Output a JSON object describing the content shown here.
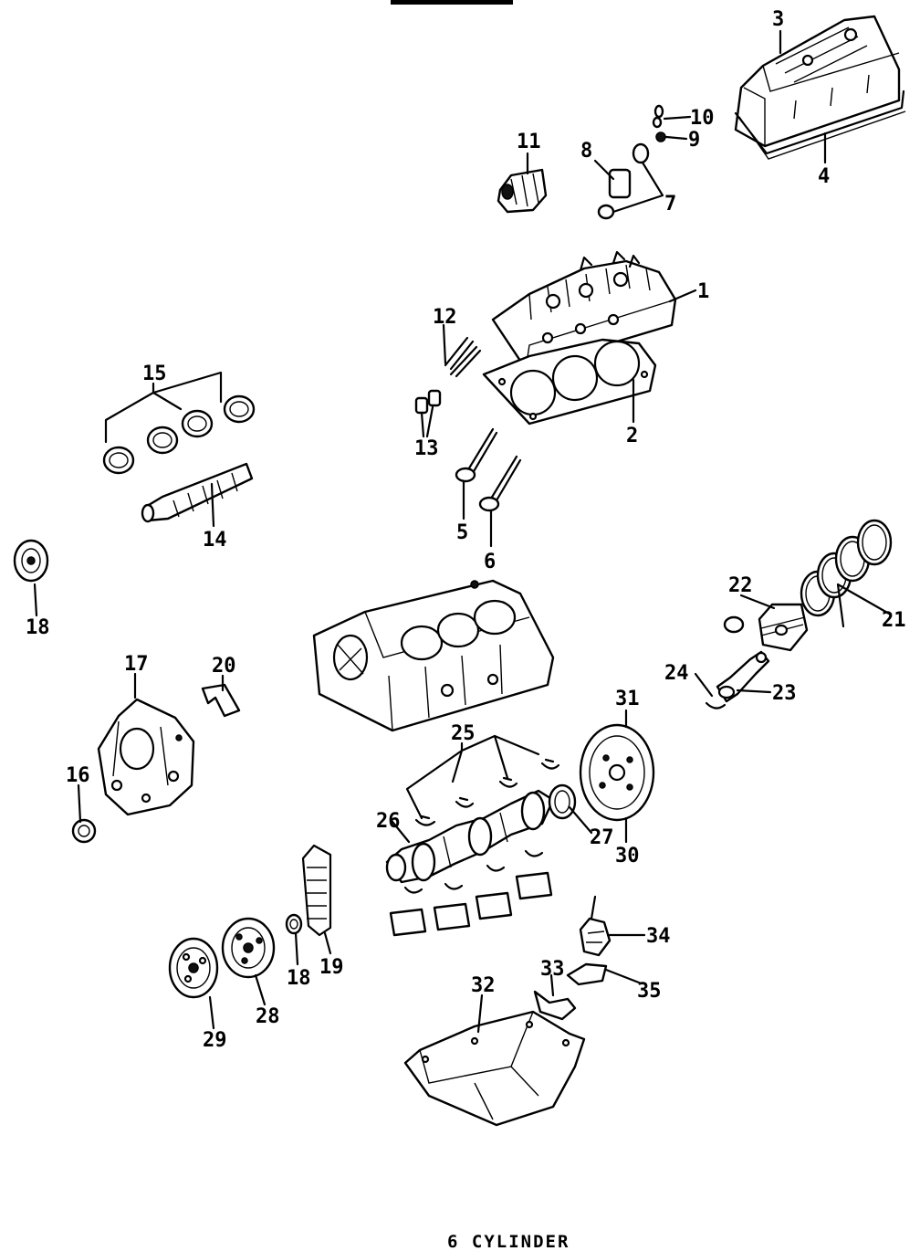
{
  "caption": "6 CYLINDER",
  "callouts": {
    "c1": "1",
    "c2": "2",
    "c3": "3",
    "c4": "4",
    "c5": "5",
    "c6": "6",
    "c7": "7",
    "c8": "8",
    "c9": "9",
    "c10": "10",
    "c11": "11",
    "c12": "12",
    "c13": "13",
    "c14": "14",
    "c15": "15",
    "c16": "16",
    "c17": "17",
    "c18a": "18",
    "c18b": "18",
    "c19": "19",
    "c20": "20",
    "c21": "21",
    "c22": "22",
    "c23": "23",
    "c24": "24",
    "c25": "25",
    "c26": "26",
    "c27": "27",
    "c28": "28",
    "c29": "29",
    "c30": "30",
    "c31": "31",
    "c32": "32",
    "c33": "33",
    "c34": "34",
    "c35": "35"
  }
}
